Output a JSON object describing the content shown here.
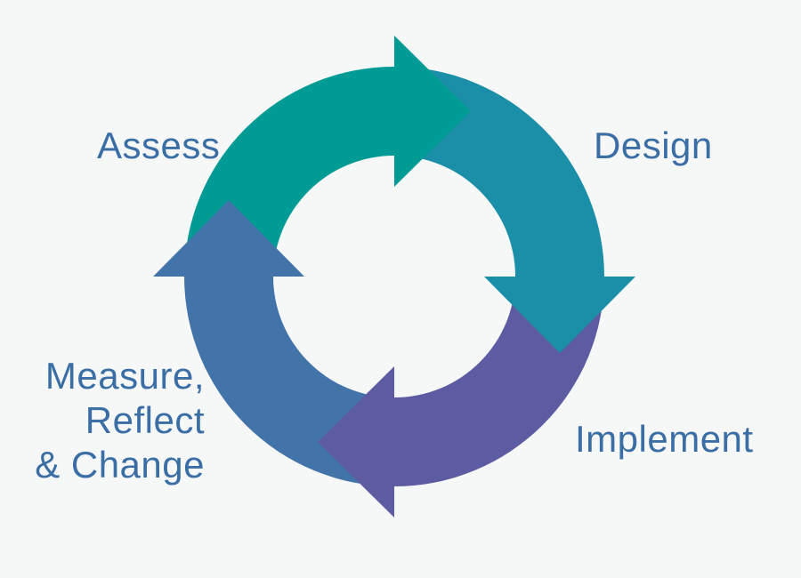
{
  "background_color": "#F6F7F7",
  "label_color": "#3A6EA5",
  "diagram": {
    "type": "cycle",
    "flow_direction": "clockwise",
    "steps": [
      {
        "label": "Assess",
        "color": "#009B94",
        "position": "top-left",
        "arrow_points": "east"
      },
      {
        "label": "Design",
        "color": "#1C8FA8",
        "position": "top-right",
        "arrow_points": "south"
      },
      {
        "label": "Implement",
        "color": "#5D5CA2",
        "position": "bottom-right",
        "arrow_points": "west"
      },
      {
        "label": "Measure,\nReflect\n& Change",
        "color": "#4374A9",
        "position": "bottom-left",
        "arrow_points": "north"
      }
    ]
  }
}
